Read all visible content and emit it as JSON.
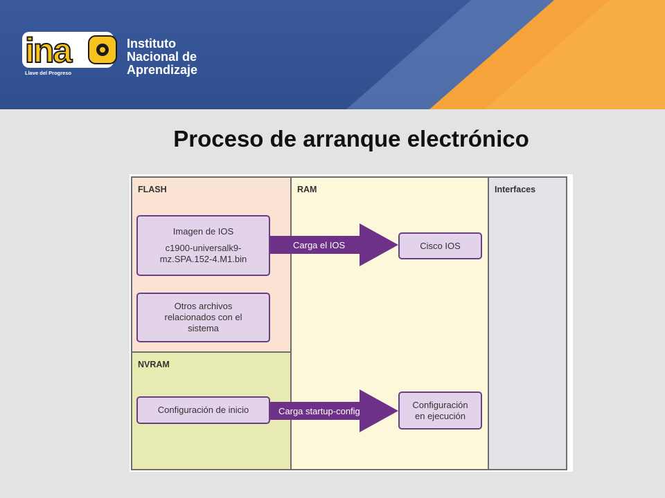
{
  "header": {
    "logo_text": "ina",
    "slogan": "Llave del Progreso",
    "institution_lines": [
      "Instituto",
      "Nacional de",
      "Aprendizaje"
    ],
    "colors": {
      "primary_blue": "#34559a",
      "accent_orange": "#f5a33a",
      "logo_yellow": "#f7c21d"
    }
  },
  "title": "Proceso de arranque electrónico",
  "diagram": {
    "zones": {
      "flash": "FLASH",
      "nvram": "NVRAM",
      "ram": "RAM",
      "interfaces": "Interfaces"
    },
    "boxes": {
      "ios_image": [
        "Imagen de IOS",
        "",
        "c1900-universalk9-",
        "mz.SPA.152-4.M1.bin"
      ],
      "other_files": [
        "Otros archivos",
        "relacionados con el",
        "sistema"
      ],
      "cisco_ios": [
        "Cisco IOS"
      ],
      "startup_config": [
        "Configuración de inicio"
      ],
      "running_config": [
        "Configuración",
        "en ejecución"
      ]
    },
    "arrows": {
      "load_ios": "Carga el IOS",
      "load_startup": "Carga startup-config"
    },
    "colors": {
      "flash_bg": "#fbe3d3",
      "nvram_bg": "#e7ebb2",
      "ram_bg": "#fdf8da",
      "interfaces_bg": "#e3e2e6",
      "box_bg": "#e2d3ea",
      "arrow": "#6d3287"
    }
  }
}
